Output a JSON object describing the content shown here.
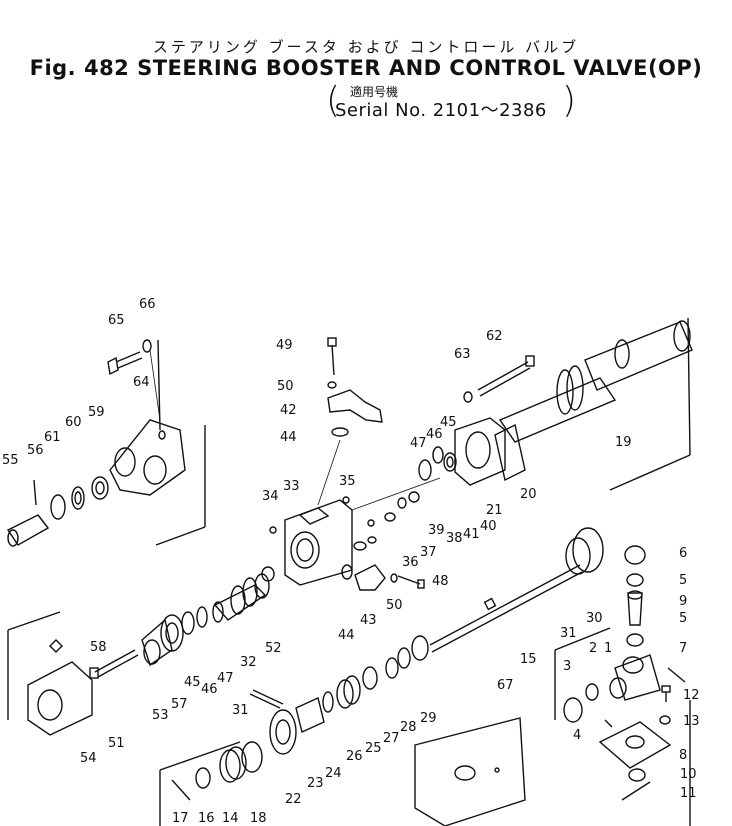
{
  "header": {
    "title_jp": "ステアリング ブースタ および コントロール バルブ",
    "title_en": "Fig. 482 STEERING BOOSTER AND CONTROL VALVE(OP)",
    "applicability_jp": "適用号機",
    "serial": "Serial No. 2101～2386"
  },
  "callouts": [
    {
      "id": "c1",
      "n": "1"
    },
    {
      "id": "c2",
      "n": "2"
    },
    {
      "id": "c3",
      "n": "3"
    },
    {
      "id": "c4",
      "n": "4"
    },
    {
      "id": "c5a",
      "n": "5"
    },
    {
      "id": "c5b",
      "n": "5"
    },
    {
      "id": "c6",
      "n": "6"
    },
    {
      "id": "c7",
      "n": "7"
    },
    {
      "id": "c8",
      "n": "8"
    },
    {
      "id": "c9",
      "n": "9"
    },
    {
      "id": "c10",
      "n": "10"
    },
    {
      "id": "c11",
      "n": "11"
    },
    {
      "id": "c12",
      "n": "12"
    },
    {
      "id": "c13",
      "n": "13"
    },
    {
      "id": "c14",
      "n": "14"
    },
    {
      "id": "c15",
      "n": "15"
    },
    {
      "id": "c16",
      "n": "16"
    },
    {
      "id": "c17",
      "n": "17"
    },
    {
      "id": "c18",
      "n": "18"
    },
    {
      "id": "c19",
      "n": "19"
    },
    {
      "id": "c20",
      "n": "20"
    },
    {
      "id": "c21",
      "n": "21"
    },
    {
      "id": "c22",
      "n": "22"
    },
    {
      "id": "c23",
      "n": "23"
    },
    {
      "id": "c24",
      "n": "24"
    },
    {
      "id": "c25",
      "n": "25"
    },
    {
      "id": "c26",
      "n": "26"
    },
    {
      "id": "c27",
      "n": "27"
    },
    {
      "id": "c28",
      "n": "28"
    },
    {
      "id": "c29",
      "n": "29"
    },
    {
      "id": "c30",
      "n": "30"
    },
    {
      "id": "c31a",
      "n": "31"
    },
    {
      "id": "c31b",
      "n": "31"
    },
    {
      "id": "c32",
      "n": "32"
    },
    {
      "id": "c33",
      "n": "33"
    },
    {
      "id": "c34",
      "n": "34"
    },
    {
      "id": "c35",
      "n": "35"
    },
    {
      "id": "c36",
      "n": "36"
    },
    {
      "id": "c37",
      "n": "37"
    },
    {
      "id": "c38",
      "n": "38"
    },
    {
      "id": "c39",
      "n": "39"
    },
    {
      "id": "c40",
      "n": "40"
    },
    {
      "id": "c41",
      "n": "41"
    },
    {
      "id": "c42",
      "n": "42"
    },
    {
      "id": "c43",
      "n": "43"
    },
    {
      "id": "c44a",
      "n": "44"
    },
    {
      "id": "c44b",
      "n": "44"
    },
    {
      "id": "c45a",
      "n": "45"
    },
    {
      "id": "c45b",
      "n": "45"
    },
    {
      "id": "c46a",
      "n": "46"
    },
    {
      "id": "c46b",
      "n": "46"
    },
    {
      "id": "c47a",
      "n": "47"
    },
    {
      "id": "c47b",
      "n": "47"
    },
    {
      "id": "c48",
      "n": "48"
    },
    {
      "id": "c49",
      "n": "49"
    },
    {
      "id": "c50a",
      "n": "50"
    },
    {
      "id": "c50b",
      "n": "50"
    },
    {
      "id": "c51",
      "n": "51"
    },
    {
      "id": "c52",
      "n": "52"
    },
    {
      "id": "c53",
      "n": "53"
    },
    {
      "id": "c54",
      "n": "54"
    },
    {
      "id": "c55",
      "n": "55"
    },
    {
      "id": "c56",
      "n": "56"
    },
    {
      "id": "c57",
      "n": "57"
    },
    {
      "id": "c58",
      "n": "58"
    },
    {
      "id": "c59",
      "n": "59"
    },
    {
      "id": "c60",
      "n": "60"
    },
    {
      "id": "c61",
      "n": "61"
    },
    {
      "id": "c62",
      "n": "62"
    },
    {
      "id": "c63",
      "n": "63"
    },
    {
      "id": "c64",
      "n": "64"
    },
    {
      "id": "c65",
      "n": "65"
    },
    {
      "id": "c66",
      "n": "66"
    },
    {
      "id": "c67",
      "n": "67"
    }
  ]
}
